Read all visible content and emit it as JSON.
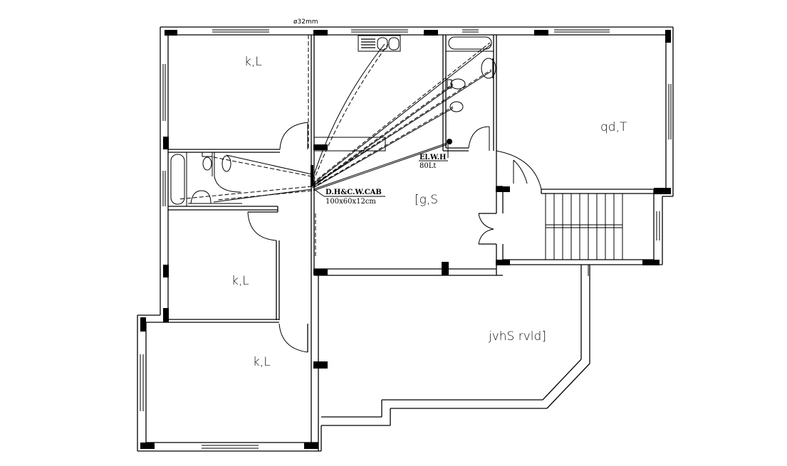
{
  "drawing": {
    "type": "architectural floor plan - plumbing layout",
    "background": "#ffffff",
    "line_color": "#000000"
  },
  "annotations": {
    "pipe_diameter": "ø32mm",
    "cabinet_label_line1": "D.H&C.W.CAB",
    "cabinet_label_line2": "100x60x12cm",
    "heater_label_line1": "El.W.H",
    "heater_label_line2": "80Lt"
  },
  "rooms": [
    {
      "id": "bedroom-top-left",
      "label": "k,L"
    },
    {
      "id": "bedroom-middle-left",
      "label": "k,L"
    },
    {
      "id": "bedroom-bottom-left",
      "label": "k,L"
    },
    {
      "id": "bedroom-top-right",
      "label": "qd,T"
    },
    {
      "id": "hall",
      "label": "[g,S"
    },
    {
      "id": "terrace",
      "label": "jvhS rvld]"
    }
  ],
  "fixtures": [
    {
      "id": "kitchen-sink",
      "name": "double sink with drainboard"
    },
    {
      "id": "bathtub-right",
      "name": "bathtub"
    },
    {
      "id": "washbasin-right",
      "name": "washbasin"
    },
    {
      "id": "toilet-right",
      "name": "toilet"
    },
    {
      "id": "bidet-right",
      "name": "bidet"
    },
    {
      "id": "water-heater",
      "name": "electric water heater"
    },
    {
      "id": "bathtub-left",
      "name": "bathtub"
    },
    {
      "id": "toilet-left",
      "name": "toilet"
    },
    {
      "id": "bidet-left",
      "name": "bidet"
    },
    {
      "id": "washbasin-left",
      "name": "washbasin"
    },
    {
      "id": "staircase",
      "name": "staircase"
    }
  ]
}
